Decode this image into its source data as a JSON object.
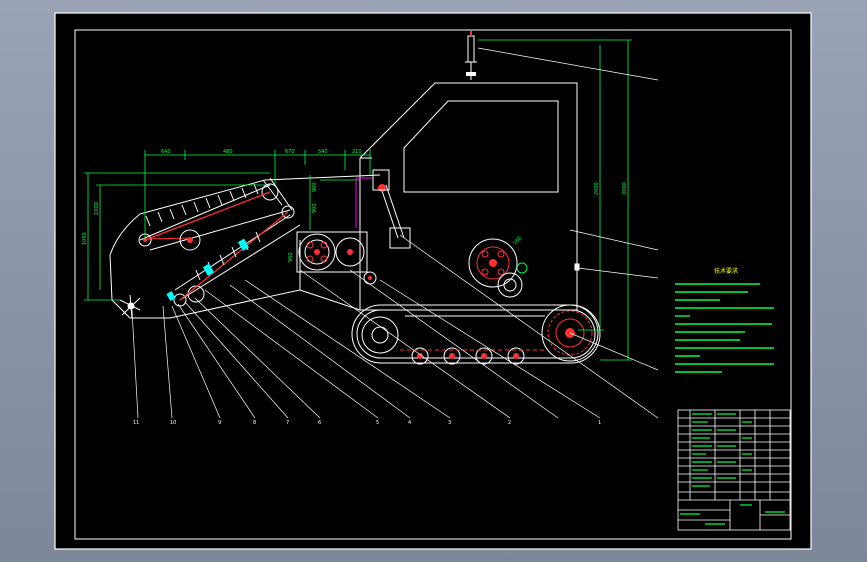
{
  "drawing": {
    "tech_requirements_title": "技术要求",
    "dimensions": {
      "top_row": [
        "640",
        "480",
        "670",
        "540",
        "210"
      ],
      "left_height": "1000",
      "left_outer": "1050",
      "right_inner": "2000",
      "right_outer": "3000",
      "small_a": "900",
      "small_b": "900",
      "small_c": "960",
      "small_d": "160"
    },
    "balloons": [
      "11",
      "10",
      "9",
      "8",
      "7",
      "6",
      "5",
      "4",
      "3",
      "2",
      "1"
    ],
    "colors": {
      "sheet": "#000000",
      "line_white": "#ffffff",
      "dimension_green": "#00ff40",
      "hidden_red": "#ff2020",
      "cyan": "#00ffff",
      "magenta": "#ff00ff",
      "yellow": "#ffff00"
    }
  }
}
